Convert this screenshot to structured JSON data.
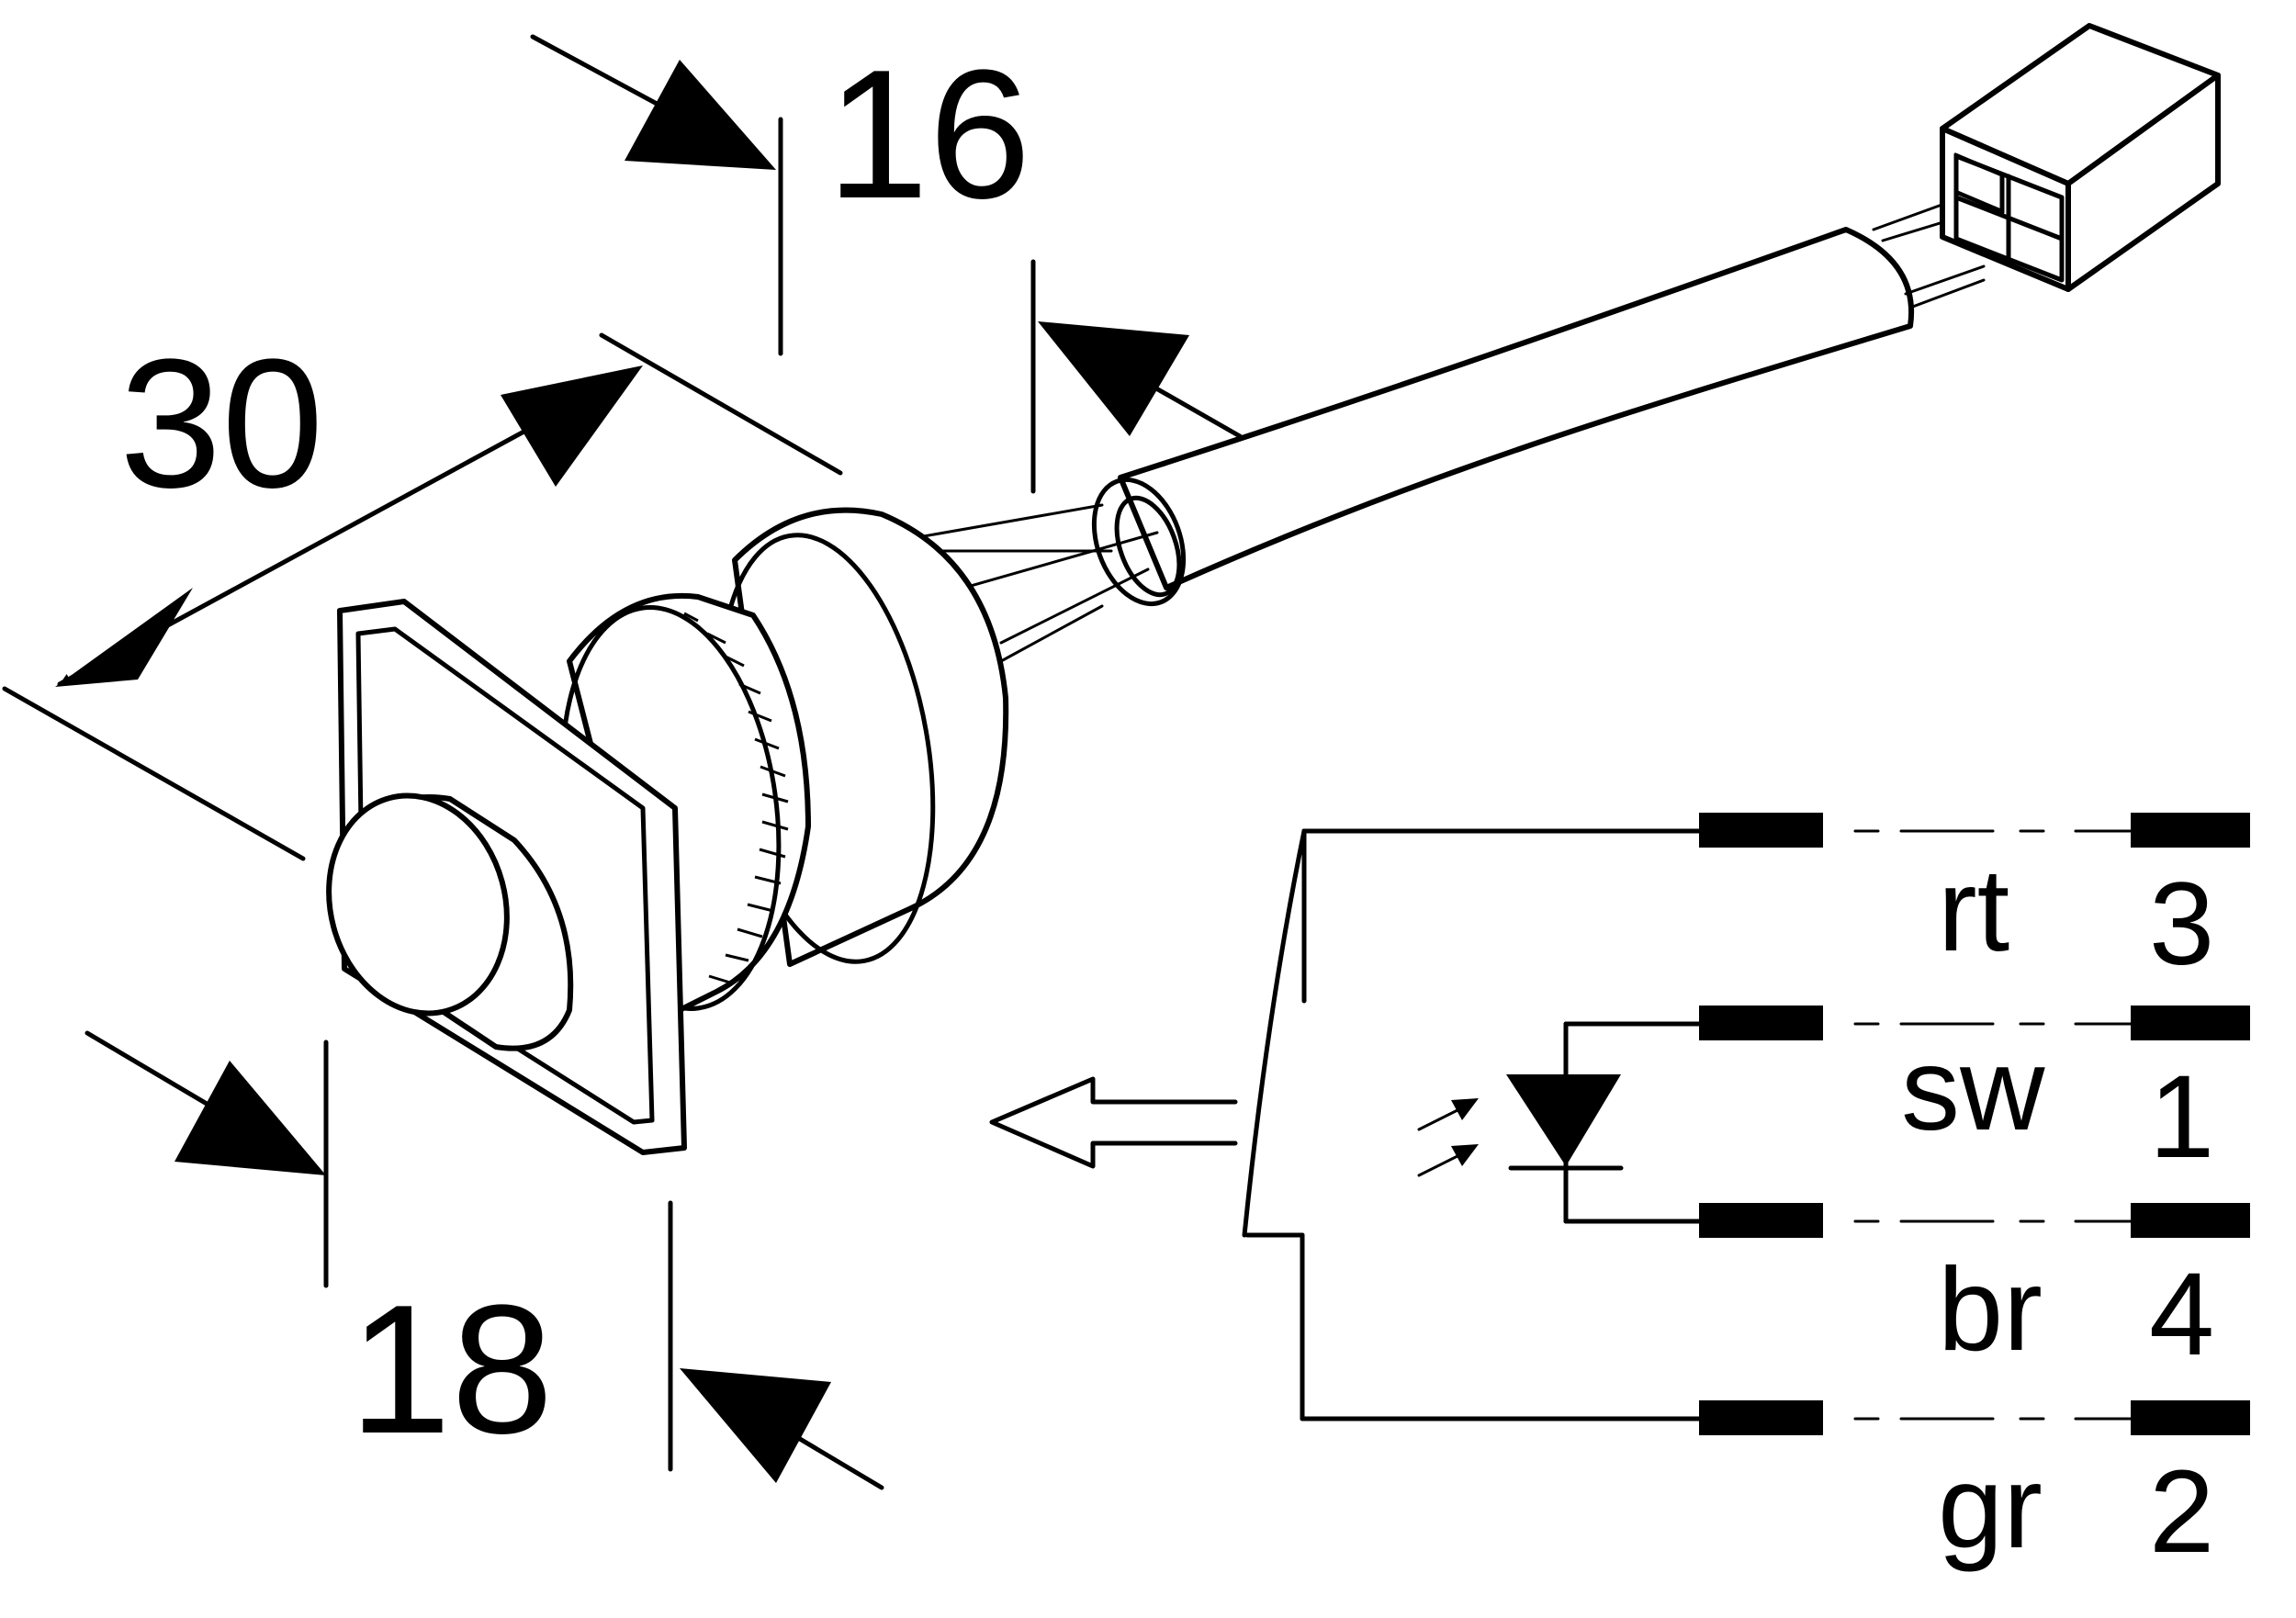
{
  "dimensions": {
    "width_label": "30",
    "depth_label": "16",
    "button_label": "18"
  },
  "wiring": {
    "connections": [
      {
        "color_code": "rt",
        "pin": "3"
      },
      {
        "color_code": "sw",
        "pin": "1"
      },
      {
        "color_code": "br",
        "pin": "4"
      },
      {
        "color_code": "gr",
        "pin": "2"
      }
    ]
  }
}
